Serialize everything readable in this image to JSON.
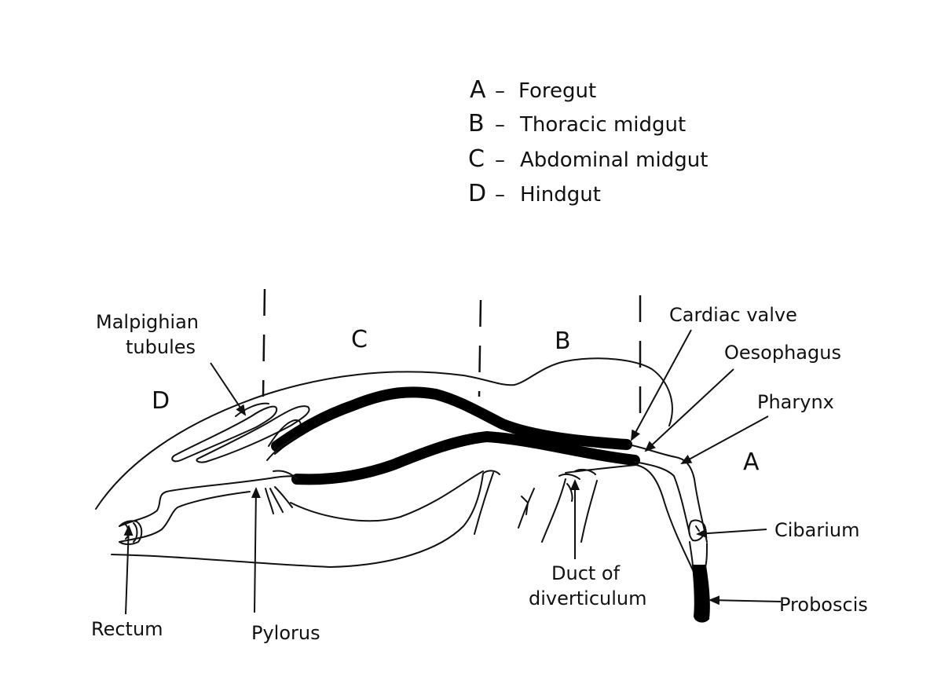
{
  "legend": [
    {
      "letter": "A",
      "dash": "–",
      "text": "Foregut"
    },
    {
      "letter": "B",
      "dash": "–",
      "text": "Thoracic midgut"
    },
    {
      "letter": "C",
      "dash": "–",
      "text": "Abdominal midgut"
    },
    {
      "letter": "D",
      "dash": "–",
      "text": "Hindgut"
    }
  ],
  "regions": {
    "a": "A",
    "b": "B",
    "c": "C",
    "d": "D"
  },
  "labels": {
    "malpighian_line1": "Malpighian",
    "malpighian_line2": "tubules",
    "cardiac_valve": "Cardiac valve",
    "oesophagus": "Oesophagus",
    "pharynx": "Pharynx",
    "cibarium": "Cibarium",
    "proboscis": "Proboscis",
    "duct_line1": "Duct of",
    "duct_line2": "diverticulum",
    "rectum": "Rectum",
    "pylorus": "Pylorus"
  }
}
